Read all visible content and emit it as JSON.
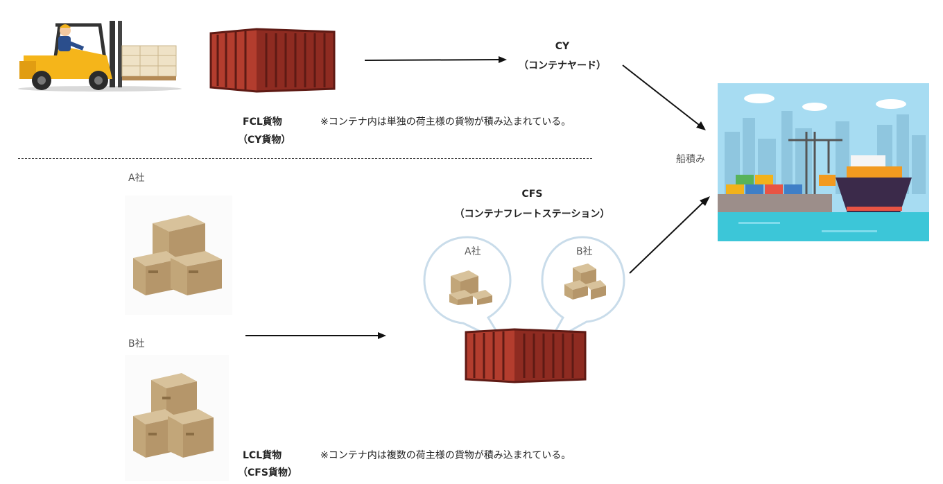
{
  "fcl": {
    "name": "FCL貨物",
    "alt": "（CY貨物）",
    "note": "※コンテナ内は単独の荷主様の貨物が積み込まれている。"
  },
  "cy": {
    "abbr": "CY",
    "full": "（コンテナヤード）"
  },
  "lcl": {
    "name": "LCL貨物",
    "alt": "（CFS貨物）",
    "note": "※コンテナ内は複数の荷主様の貨物が積み込まれている。"
  },
  "cfs": {
    "abbr": "CFS",
    "full": "（コンテナフレートステーション）",
    "bubble_a": "A社",
    "bubble_b": "B社"
  },
  "shippers": {
    "a": "A社",
    "b": "B社"
  },
  "loading": "船積み",
  "colors": {
    "container": "#a8382b",
    "box": "#c7a97c",
    "arrow": "#111111",
    "sea": "#3cc6d8",
    "sky": "#a7dcf2"
  }
}
